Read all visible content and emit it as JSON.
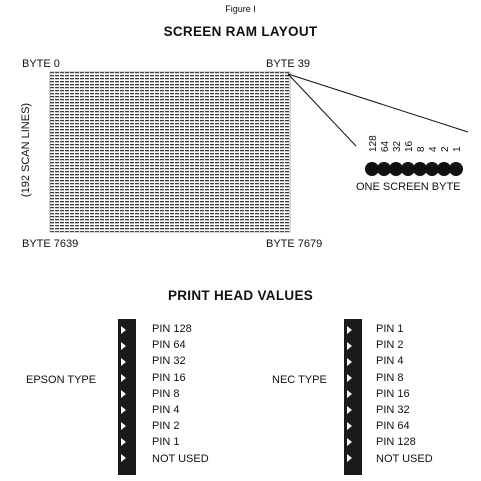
{
  "figure_label": "Figure I",
  "screen_ram": {
    "title": "SCREEN RAM LAYOUT",
    "byte_top_left": "BYTE 0",
    "byte_top_right": "BYTE 39",
    "byte_bottom_left": "BYTE 7639",
    "byte_bottom_right": "BYTE 7679",
    "side_label": "(192 SCAN LINES)",
    "bit_values": [
      "128",
      "64",
      "32",
      "16",
      "8",
      "4",
      "2",
      "1"
    ],
    "screen_byte_label": "ONE SCREEN BYTE"
  },
  "print_head": {
    "title": "PRINT HEAD VALUES",
    "epson": {
      "label": "EPSON TYPE",
      "pins": [
        "PIN 128",
        "PIN 64",
        "PIN 32",
        "PIN 16",
        "PIN 8",
        "PIN 4",
        "PIN 2",
        "PIN 1",
        "NOT USED"
      ]
    },
    "nec": {
      "label": "NEC TYPE",
      "pins": [
        "PIN 1",
        "PIN 2",
        "PIN 4",
        "PIN 8",
        "PIN 16",
        "PIN 32",
        "PIN 64",
        "PIN 128",
        "NOT USED"
      ]
    }
  }
}
